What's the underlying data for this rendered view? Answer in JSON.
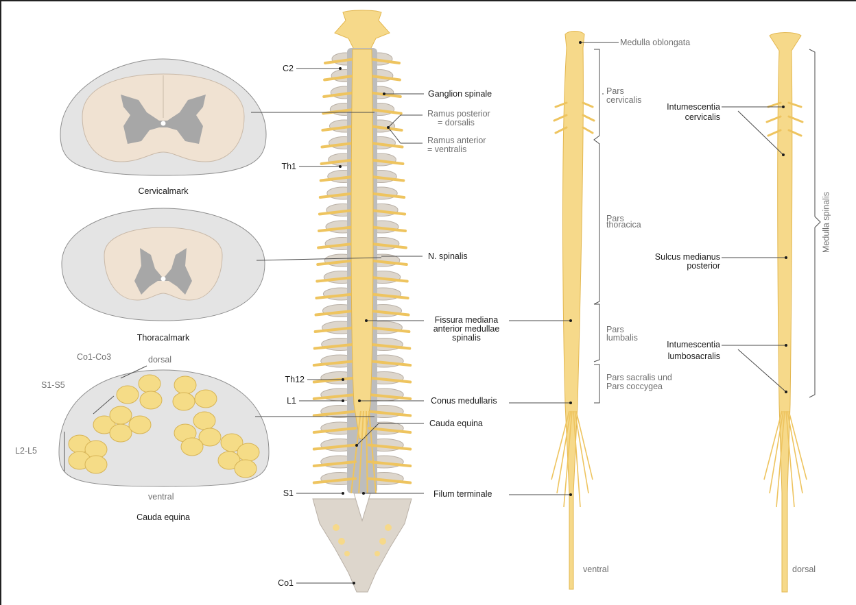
{
  "colors": {
    "cord": "#f6d98a",
    "cord_edge": "#e3b74f",
    "vertebra": "#ddd6cc",
    "vertebra_edge": "#b9b0a6",
    "grey_matter": "#a7a7a7",
    "white_matter": "#f0e2d2",
    "section_bg": "#e4e4e4",
    "nerve_bundle": "#f5dc87",
    "leader": "#4a4a4a",
    "text_bold": "#1b1b1b",
    "text_light": "#6f6f6f"
  },
  "sections": {
    "cervical_caption": "Cervicalmark",
    "thoracic_caption": "Thoracalmark",
    "cauda_caption": "Cauda equina",
    "cauda_labels": {
      "co1_co3": "Co1-Co3",
      "s1_s5": "S1-S5",
      "l2_l5": "L2-L5",
      "dorsal": "dorsal",
      "ventral": "ventral"
    }
  },
  "spine_labels": {
    "c2": "C2",
    "th1": "Th1",
    "th12": "Th12",
    "l1": "L1",
    "s1": "S1",
    "co1": "Co1"
  },
  "center_labels": {
    "ganglion": "Ganglion spinale",
    "ramus_post_1": "Ramus posterior",
    "ramus_post_2": "= dorsalis",
    "ramus_ant_1": "Ramus anterior",
    "ramus_ant_2": "= ventralis",
    "n_spinalis": "N. spinalis",
    "fissura_1": "Fissura mediana",
    "fissura_2": "anterior medullae",
    "fissura_3": "spinalis",
    "conus": "Conus medullaris",
    "cauda": "Cauda equina",
    "filum": "Filum terminale"
  },
  "ventral_view": {
    "medulla_oblongata": "Medulla oblongata",
    "pars_cervicalis_1": "Pars",
    "pars_cervicalis_2": "cervicalis",
    "pars_thoracica_1": "Pars",
    "pars_thoracica_2": "thoracica",
    "pars_lumbalis_1": "Pars",
    "pars_lumbalis_2": "lumbalis",
    "pars_sacralis_1": "Pars sacralis und",
    "pars_sacralis_2": "Pars coccygea",
    "caption": "ventral"
  },
  "dorsal_view": {
    "int_cervicalis_1": "Intumescentia",
    "int_cervicalis_2": "cervicalis",
    "sulcus_1": "Sulcus medianus",
    "sulcus_2": "posterior",
    "int_lumbosacralis_1": "Intumescentia",
    "int_lumbosacralis_2": "lumbosacralis",
    "medulla_spinalis": "Medulla spinalis",
    "caption": "dorsal"
  }
}
